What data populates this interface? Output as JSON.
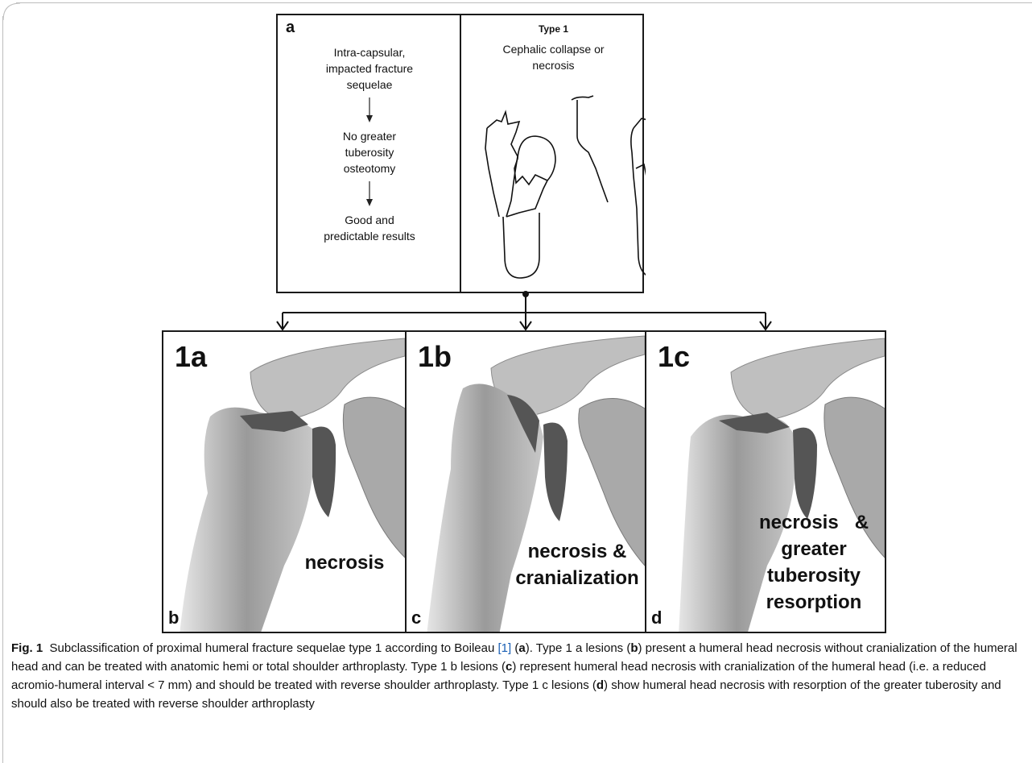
{
  "panel_a": {
    "letter": "a",
    "flow": [
      "Intra-capsular, impacted fracture sequelae",
      "No greater tuberosity osteotomy",
      "Good and predictable results"
    ],
    "type_title": "Type 1",
    "type_desc": "Cephalic collapse or necrosis"
  },
  "panels": [
    {
      "label": "1a",
      "letter": "b",
      "caption_lines": [
        "necrosis"
      ]
    },
    {
      "label": "1b",
      "letter": "c",
      "caption_lines": [
        "necrosis &",
        "cranialization"
      ]
    },
    {
      "label": "1c",
      "letter": "d",
      "caption_lines": [
        "necrosis   &",
        "greater",
        "tuberosity",
        "resorption"
      ]
    }
  ],
  "caption": {
    "fig_label": "Fig. 1",
    "p1": "Subclassification of proximal humeral fracture sequelae type 1 according to Boileau",
    "cite": "[1]",
    "p2": "(",
    "a": "a",
    "p3": "). Type 1 a lesions (",
    "b": "b",
    "p4": ") present a humeral head necrosis without cranialization of the humeral head and can be treated with anatomic hemi or total shoulder arthroplasty. Type 1 b lesions (",
    "c": "c",
    "p5": ") represent humeral head necrosis with cranialization of the humeral head (i.e. a reduced acromio-humeral interval < 7 mm) and should be treated with reverse shoulder arthroplasty. Type 1 c lesions (",
    "d": "d",
    "p6": ") show humeral head necrosis with resorption of the greater tuberosity and should also be treated with reverse shoulder arthroplasty"
  }
}
